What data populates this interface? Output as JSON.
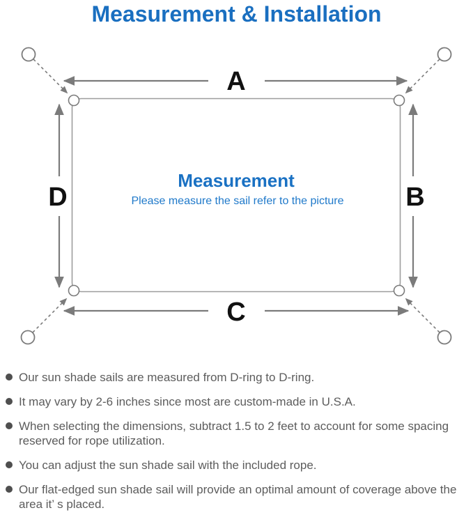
{
  "title": "Measurement & Installation",
  "diagram": {
    "labels": {
      "top": "A",
      "right": "B",
      "bottom": "C",
      "left": "D"
    },
    "center_heading": "Measurement",
    "center_subtitle": "Please measure the sail refer to the picture",
    "colors": {
      "accent_blue": "#1a6fc0",
      "heading_blue": "#1a71c3",
      "subtitle_blue": "#1f79ca",
      "line_gray": "#7b7b7b",
      "border_gray": "#9d9d9d",
      "label_black": "#111111",
      "note_gray": "#5c5c5c"
    }
  },
  "notes": {
    "items": [
      "Our sun shade sails are measured from D-ring to D-ring.",
      "It may vary by 2-6 inches since most are custom-made in U.S.A.",
      "When selecting the dimensions, subtract 1.5 to 2 feet to account for some spacing reserved for rope utilization.",
      "You can adjust the sun shade sail with the included rope.",
      "Our flat-edged sun shade sail will provide an optimal amount of coverage above the area it’ s placed."
    ]
  }
}
